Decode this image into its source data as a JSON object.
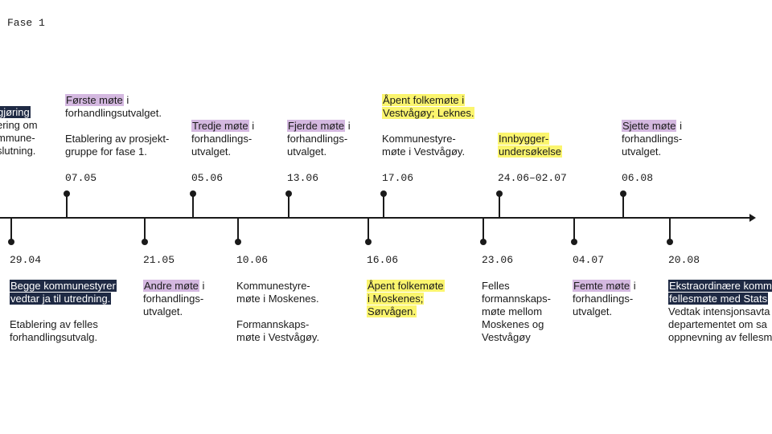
{
  "phase_label": "Fase 1",
  "above": [
    {
      "date": "",
      "head": [
        "gjøring"
      ],
      "head_style": "dark",
      "head_suffix": "",
      "lines": [
        "ering om",
        "mmune-",
        "slutning."
      ],
      "extra": []
    },
    {
      "date": "07.05",
      "head": [
        "Første møte"
      ],
      "head_style": "purple",
      "head_suffix": " i",
      "lines": [
        "forhandlingsutvalget."
      ],
      "extra": [
        "Etablering av prosjekt-",
        "gruppe for fase 1."
      ]
    },
    {
      "date": "05.06",
      "head": [
        "Tredje møte"
      ],
      "head_style": "purple",
      "head_suffix": " i",
      "lines": [
        "forhandlings-",
        "utvalget."
      ],
      "extra": []
    },
    {
      "date": "13.06",
      "head": [
        "Fjerde møte"
      ],
      "head_style": "purple",
      "head_suffix": " i",
      "lines": [
        "forhandlings-",
        "utvalget."
      ],
      "extra": []
    },
    {
      "date": "17.06",
      "head": [
        "Åpent folkemøte i",
        "Vestvågøy; Leknes."
      ],
      "head_style": "yellow",
      "head_suffix": "",
      "lines": [],
      "extra": [
        "Kommunestyre-",
        "møte i Vestvågøy."
      ]
    },
    {
      "date": "24.06–02.07",
      "head": [
        "Innbygger-",
        "undersøkelse"
      ],
      "head_style": "yellow",
      "head_suffix": "",
      "lines": [],
      "extra": []
    },
    {
      "date": "06.08",
      "head": [
        "Sjette møte"
      ],
      "head_style": "purple",
      "head_suffix": " i",
      "lines": [
        "forhandlings-",
        "utvalget."
      ],
      "extra": []
    }
  ],
  "below": [
    {
      "date": "29.04",
      "head": [
        "Begge kommunestyrer",
        "vedtar ja til utredning."
      ],
      "head_style": "dark",
      "head_suffix": "",
      "lines": [],
      "extra": [
        "Etablering av felles",
        "forhandlingsutvalg."
      ]
    },
    {
      "date": "21.05",
      "head": [
        "Andre møte"
      ],
      "head_style": "purple",
      "head_suffix": " i",
      "lines": [
        "forhandlings-",
        "utvalget."
      ],
      "extra": []
    },
    {
      "date": "10.06",
      "head": [],
      "head_style": "",
      "head_suffix": "",
      "lines": [
        "Kommunestyre-",
        "møte i Moskenes."
      ],
      "extra": [
        "Formannskaps-",
        "møte i Vestvågøy."
      ]
    },
    {
      "date": "16.06",
      "head": [
        "Åpent folkemøte",
        "i Moskenes;",
        "Sørvågen."
      ],
      "head_style": "yellow",
      "head_suffix": "",
      "lines": [],
      "extra": []
    },
    {
      "date": "23.06",
      "head": [],
      "head_style": "",
      "head_suffix": "",
      "lines": [
        "Felles",
        "formannskaps-",
        "møte mellom",
        "Moskenes og",
        "Vestvågøy"
      ],
      "extra": []
    },
    {
      "date": "04.07",
      "head": [
        "Femte møte"
      ],
      "head_style": "purple",
      "head_suffix": " i",
      "lines": [
        "forhandlings-",
        "utvalget."
      ],
      "extra": []
    },
    {
      "date": "20.08",
      "head": [
        "Ekstraordinære komm",
        "fellesmøte med Stats"
      ],
      "head_style": "dark",
      "head_suffix": "",
      "lines": [
        "Vedtak intensjonsavta",
        "departementet om sa",
        "oppnevning av fellesm"
      ],
      "extra": []
    }
  ]
}
